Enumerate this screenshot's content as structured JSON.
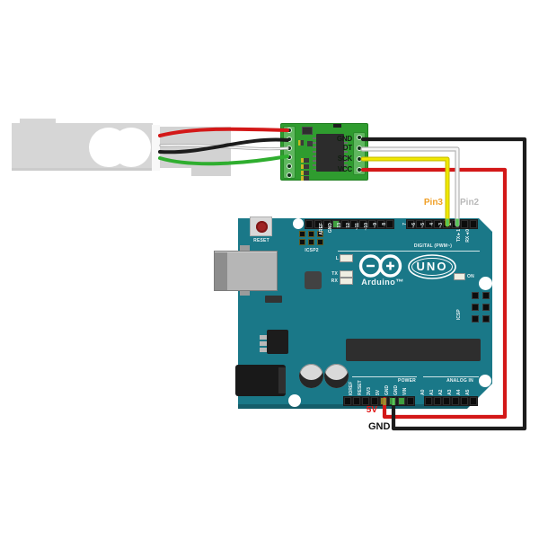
{
  "annotations": {
    "pin3": "Pin3",
    "pin2": "Pin2",
    "five_v": "5V",
    "gnd": "GND"
  },
  "hx711": {
    "pin_labels": [
      "GND",
      "DT",
      "SCK",
      "VCC"
    ]
  },
  "arduino": {
    "brand": "Arduino™",
    "model": "UNO",
    "on": "ON",
    "reset": "RESET",
    "icsp": "ICSP",
    "icsp2": "ICSP2",
    "led_l": "L",
    "led_tx": "TX",
    "led_rx": "RX",
    "digital": "DIGITAL (PWM~)",
    "power": "POWER",
    "analog": "ANALOG IN",
    "top_left_pins": [
      "AREF",
      "GND",
      "13",
      "12",
      "~11",
      "~10",
      "~9",
      "8"
    ],
    "top_right_pins": [
      "7",
      "~6",
      "~5",
      "4",
      "~3",
      "2",
      "TX►1",
      "RX◄0"
    ],
    "power_pins": [
      "IOREF",
      "RESET",
      "3V3",
      "5V",
      "GND",
      "GND",
      "VIN"
    ],
    "analog_pins": [
      "A0",
      "A1",
      "A2",
      "A3",
      "A4",
      "A5"
    ]
  },
  "colors": {
    "board_teal": "#1a7888",
    "hx711_green": "#2f9c2f",
    "wire_red": "#d31818",
    "wire_black": "#1c1c1c",
    "wire_green": "#2fae2f",
    "wire_yellow": "#ece400",
    "wire_white": "#f6f6f6",
    "annotation_orange": "#f0a028",
    "annotation_gray": "#b9b9b9",
    "annotation_red": "#e01212"
  }
}
